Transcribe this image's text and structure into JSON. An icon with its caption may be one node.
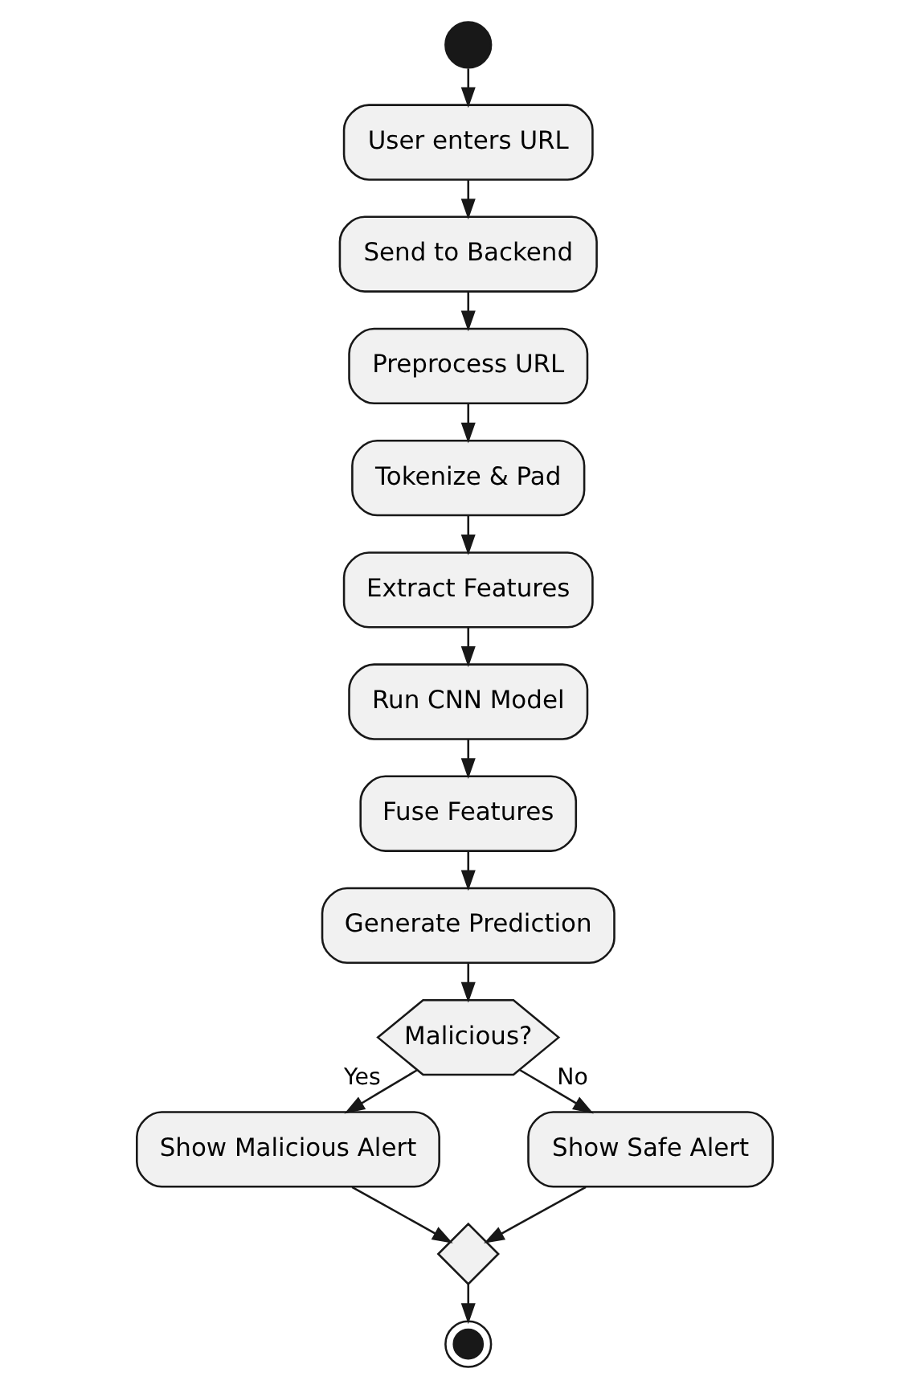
{
  "diagram": {
    "nodes": [
      {
        "text": [],
        "shape": "circle"
      },
      {
        "text": [
          "User enters URL"
        ]
      },
      {
        "text": [
          "Send to Backend"
        ]
      },
      {
        "text": [
          "Preprocess URL"
        ]
      },
      {
        "text": [
          "Tokenize & Pad"
        ]
      },
      {
        "text": [
          "Extract Features"
        ]
      },
      {
        "text": [
          "Run CNN Model"
        ]
      },
      {
        "text": [
          "Fuse Features"
        ]
      },
      {
        "text": [
          "Generate Prediction"
        ]
      },
      {
        "text": [
          "Malicious?"
        ]
      },
      {
        "text": [
          "Show Malicious Alert"
        ]
      },
      {
        "text": [
          "Show Safe Alert"
        ]
      },
      {
        "text": [],
        "shape": "diamond"
      },
      {
        "text": [],
        "shape": "circle"
      }
    ],
    "edges": [
      {
        "from": 0,
        "to": 1,
        "arrow": "to"
      },
      {
        "from": 1,
        "to": 2,
        "arrow": "to"
      },
      {
        "from": 2,
        "to": 3,
        "arrow": "to"
      },
      {
        "from": 3,
        "to": 4,
        "arrow": "to"
      },
      {
        "from": 4,
        "to": 5,
        "arrow": "to"
      },
      {
        "from": 5,
        "to": 6,
        "arrow": "to"
      },
      {
        "from": 6,
        "to": 7,
        "arrow": "to"
      },
      {
        "from": 7,
        "to": 8,
        "arrow": "to"
      },
      {
        "from": 8,
        "to": 9,
        "arrow": "to"
      },
      {
        "from": 9,
        "to": 10,
        "arrow": "to",
        "label": "Yes"
      },
      {
        "from": 9,
        "to": 11,
        "arrow": "to",
        "label": "No"
      },
      {
        "from": 10,
        "to": 12,
        "arrow": "to"
      },
      {
        "from": 11,
        "to": 12,
        "arrow": "to"
      },
      {
        "from": 12,
        "to": 13,
        "arrow": "to"
      }
    ]
  }
}
